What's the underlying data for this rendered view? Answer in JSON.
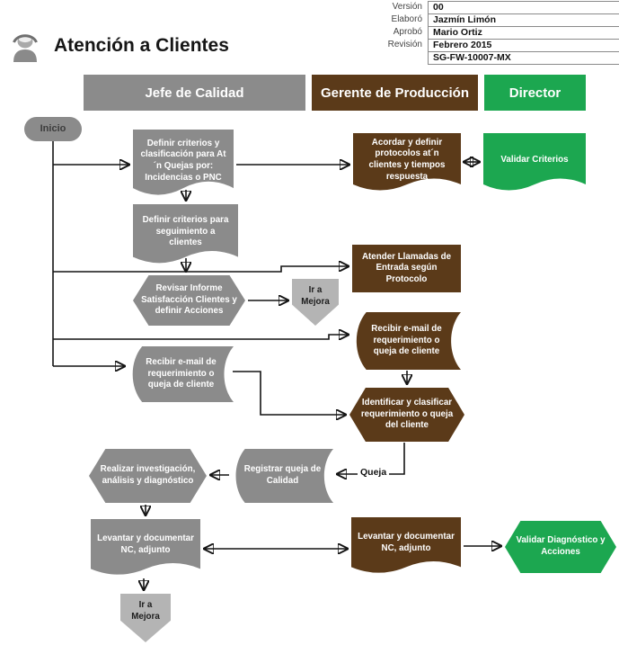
{
  "meta_table": {
    "rows": [
      {
        "label": "Versión",
        "value": "00"
      },
      {
        "label": "Elaboró",
        "value": "Jazmín Limón"
      },
      {
        "label": "Aprobó",
        "value": "Mario Ortiz"
      },
      {
        "label": "Revisión",
        "value": "Febrero 2015"
      },
      {
        "label": "",
        "value": "SG-FW-10007-MX"
      }
    ]
  },
  "title": "Atención a Clientes",
  "lanes": [
    {
      "label": "Jefe de Calidad",
      "color": "#8b8b8b"
    },
    {
      "label": "Gerente de Producción",
      "color": "#5b3a19"
    },
    {
      "label": "Director",
      "color": "#1ca750"
    }
  ],
  "nodes": {
    "inicio": {
      "label": "Inicio",
      "shape": "terminator"
    },
    "doc_definir": {
      "label": "Definir criterios y clasificación para At´n Quejas por: Incidencias o PNC",
      "shape": "document"
    },
    "doc_acordar": {
      "label": "Acordar y definir protocolos at´n clientes y tiempos respuesta",
      "shape": "document"
    },
    "doc_validar": {
      "label": "Validar Criterios",
      "shape": "document"
    },
    "doc_seguimiento": {
      "label": "Definir criterios para seguimiento a clientes",
      "shape": "document"
    },
    "hex_revisar": {
      "label": "Revisar Informe Satisfacción Clientes y definir Acciones",
      "shape": "hexagon"
    },
    "ir_mejora_1": {
      "label": "Ir a Mejora",
      "shape": "off-page"
    },
    "rect_atender": {
      "label": "Atender Llamadas de Entrada según Protocolo",
      "shape": "process"
    },
    "recibir_brown": {
      "label": "Recibir e-mail de requerimiento o queja de cliente",
      "shape": "stored-data"
    },
    "recibir_gray": {
      "label": "Recibir e-mail de requerimiento o queja de cliente",
      "shape": "stored-data"
    },
    "hex_identificar": {
      "label": "Identificar y clasificar requerimiento o queja del cliente",
      "shape": "hexagon"
    },
    "registrar": {
      "label": "Registrar queja de Calidad",
      "shape": "stored-data"
    },
    "hex_realizar": {
      "label": "Realizar investigación, análisis y diagnóstico",
      "shape": "hexagon"
    },
    "doc_levantar_g": {
      "label": "Levantar y documentar NC, adjunto",
      "shape": "document"
    },
    "doc_levantar_b": {
      "label": "Levantar y documentar NC, adjunto",
      "shape": "document"
    },
    "hex_validar_dx": {
      "label": "Validar Diagnóstico y Acciones",
      "shape": "hexagon"
    },
    "ir_mejora_2": {
      "label": "Ir a Mejora",
      "shape": "off-page"
    }
  },
  "connector_labels": {
    "queja": "Queja"
  },
  "colors": {
    "gray": "#8b8b8b",
    "light_gray": "#b4b4b4",
    "brown": "#5b3a19",
    "green": "#1ca750",
    "line": "#141414"
  }
}
